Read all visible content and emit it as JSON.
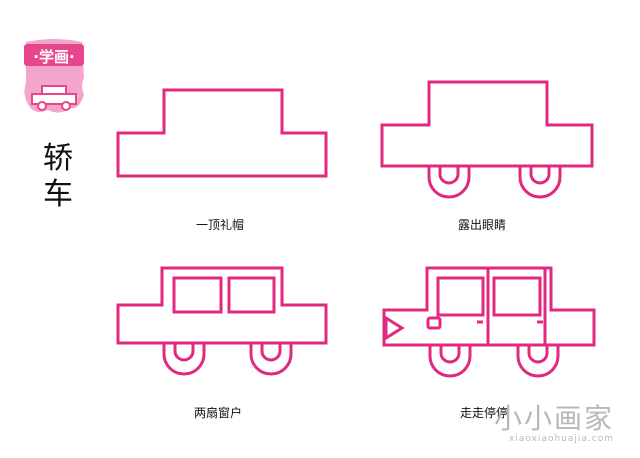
{
  "badge": {
    "label": "·学画·",
    "color": "#e8468c",
    "icon": "car-icon"
  },
  "title": {
    "line1": "轿",
    "line2": "车"
  },
  "steps": [
    {
      "caption": "一顶礼帽"
    },
    {
      "caption": "露出眼睛"
    },
    {
      "caption": "两扇窗户"
    },
    {
      "caption": "走走停停"
    }
  ],
  "stroke_color": "#e0297f",
  "watermark": {
    "text": "小小画家",
    "url": "xiaoxiaohuajia.com"
  }
}
